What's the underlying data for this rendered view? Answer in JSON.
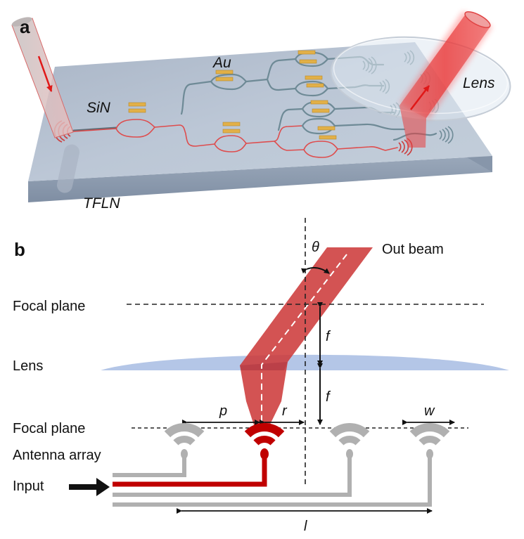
{
  "panel_a": {
    "label": "a",
    "materials": {
      "waveguide": "SiN",
      "electrode": "Au",
      "substrate": "TFLN",
      "lens": "Lens"
    },
    "colors": {
      "chip_top": "#b7c3d3",
      "chip_side": "#8f9db0",
      "electrode": "#e3b24a",
      "active_path": "#e04040",
      "waveguide": "#6f8694",
      "beam": "#e03c3c"
    }
  },
  "panel_b": {
    "label": "b",
    "row_labels": {
      "focal_plane_top": "Focal plane",
      "lens": "Lens",
      "focal_plane_bottom": "Focal plane",
      "antenna_array": "Antenna array",
      "input": "Input"
    },
    "out_beam_label": "Out beam",
    "symbols": {
      "theta": "θ",
      "f_upper": "f",
      "f_lower": "f",
      "p": "p",
      "r": "r",
      "w": "w",
      "l": "l"
    },
    "antennas": [
      {
        "id": 1,
        "active": false
      },
      {
        "id": 2,
        "active": true
      },
      {
        "id": 3,
        "active": false
      },
      {
        "id": 4,
        "active": false
      }
    ],
    "colors": {
      "active": "#c00000",
      "inactive": "#b0b0b0",
      "beam": "#cd3b3b",
      "lens": "#b4c6e7"
    }
  }
}
